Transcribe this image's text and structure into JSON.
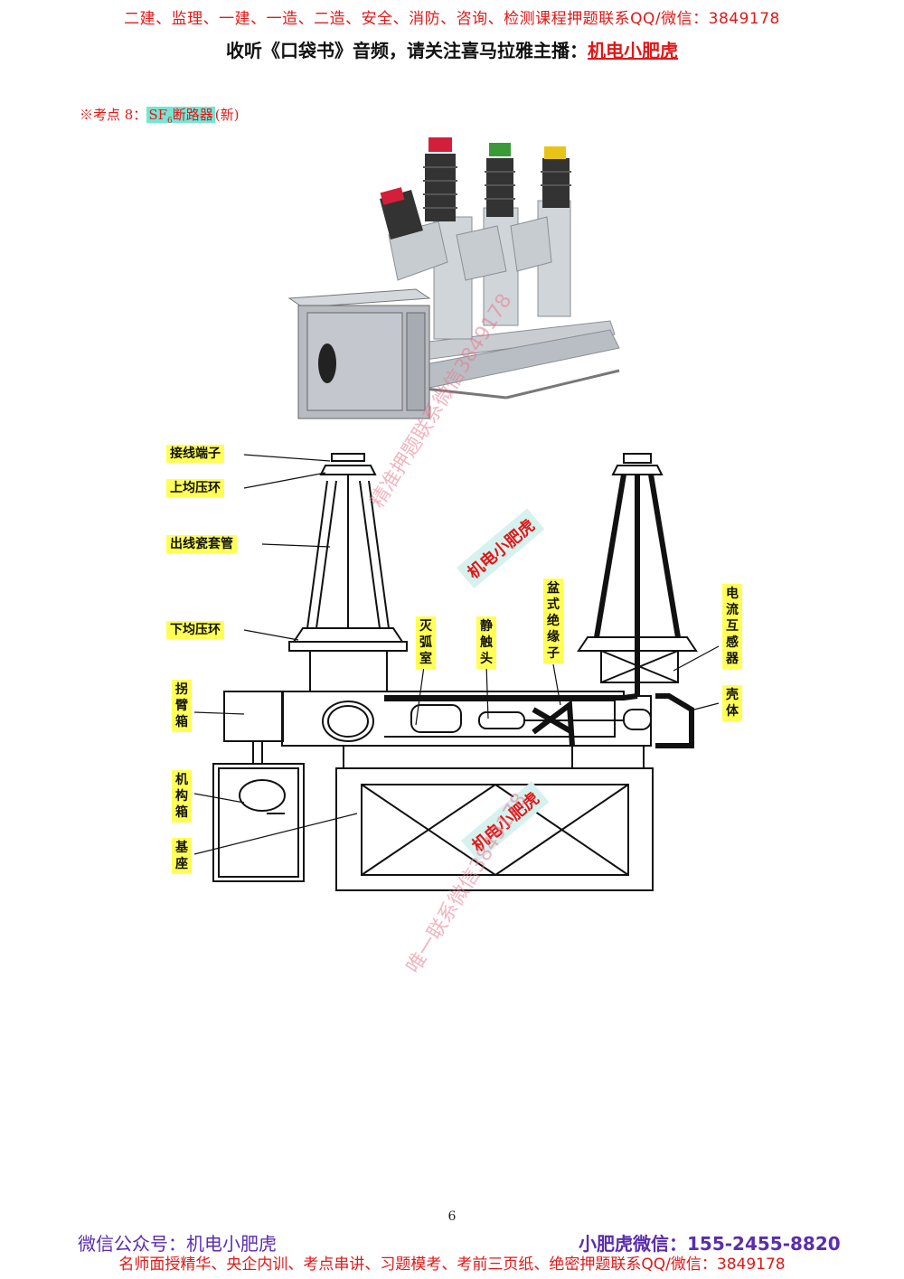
{
  "header": {
    "line1": "二建、监理、一建、一造、二造、安全、消防、咨询、检测课程押题联系QQ/微信：3849178",
    "line2_prefix": "收听《口袋书》音频，请关注喜马拉雅主播：",
    "line2_host": "机电小肥虎"
  },
  "kaodian": {
    "prefix": "※考点 8：",
    "sf": "SF",
    "sub": "6",
    "name": "断路器",
    "suffix": "(新)"
  },
  "labels": {
    "jiexian": "接线端子",
    "shangjun": "上均压环",
    "chuxian": "出线瓷套管",
    "xiajun": "下均压环",
    "guaibi": "拐臂箱",
    "jigou": "机构箱",
    "jizuo": "基座",
    "miehu": "灭弧室",
    "jingchu": "静触头",
    "penshi": "盆式绝缘子",
    "dianliu": "电流互感器",
    "keti": "壳体"
  },
  "watermarks": {
    "wm_a": "精准押题联系微信3849178",
    "wm_b": "机电小肥虎",
    "wm_c": "机电小肥虎",
    "wm_d": "唯一联系微信3849178"
  },
  "page_number": "6",
  "footer": {
    "left": "微信公众号：机电小肥虎",
    "right": "小肥虎微信：155-2455-8820",
    "bottom": "名师面授精华、央企内训、考点串讲、习题模考、考前三页纸、绝密押题联系QQ/微信：3849178"
  },
  "colors": {
    "red": "#e01818",
    "label_bg": "#ffff55",
    "footer_purple": "#5a2db0",
    "highlight": "#74e6d4"
  }
}
